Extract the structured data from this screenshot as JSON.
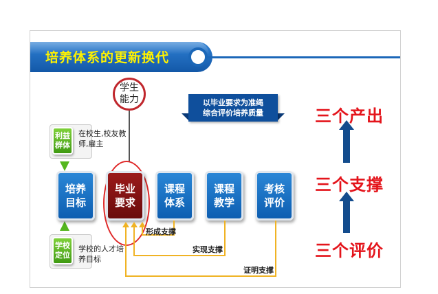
{
  "title": "培养体系的更新换代",
  "student_ability": "学生\n能力",
  "banner": "以毕业要求为准绳\n综合评价培养质量",
  "boxes": {
    "goal": "培养\n目标",
    "requirement": "毕业\n要求",
    "courses": "课程\n体系",
    "teaching": "课程\n教学",
    "evaluation": "考核\n评价"
  },
  "stakeholders": {
    "tag": "利益\n群体",
    "note": "在校生,校友教\n师,雇主"
  },
  "positioning": {
    "tag": "学校\n定位",
    "note": "学校的人才培\n养目标"
  },
  "supports": {
    "form": "形成支撑",
    "realize": "实现支撑",
    "prove": "证明支撑"
  },
  "three": {
    "output": "三个产出",
    "support": "三个支撑",
    "evaluate": "三个评价"
  },
  "colors": {
    "primary_blue": "#1b67b8",
    "requirement_red": "#7a0f0f",
    "accent_red": "#e4141b",
    "green_tag": "#54b61e",
    "support_line": "#f0b324",
    "title_yellow": "#fff200"
  }
}
